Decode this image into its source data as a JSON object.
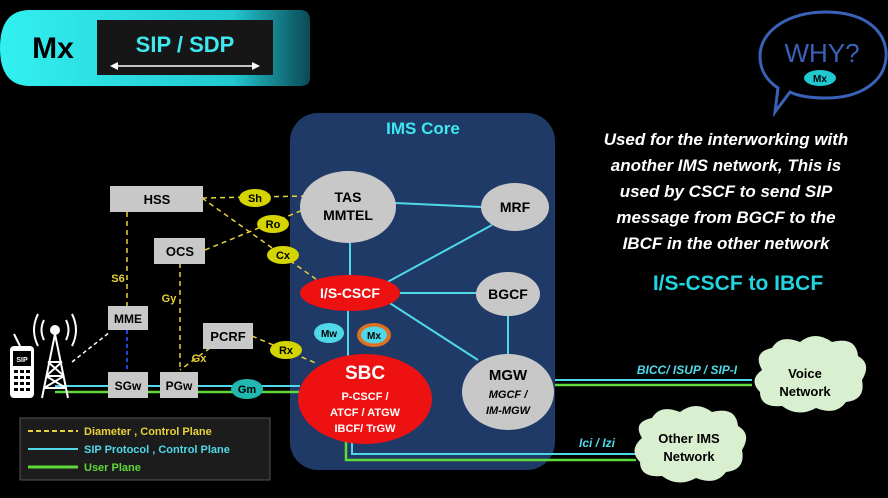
{
  "header": {
    "code": "Mx",
    "protocol": "SIP / SDP"
  },
  "why_bubble": {
    "title": "WHY?",
    "badge": "Mx"
  },
  "ims_core": {
    "title": "IMS Core"
  },
  "nodes": {
    "hss": "HSS",
    "ocs": "OCS",
    "mme": "MME",
    "pcrf": "PCRF",
    "sgw": "SGw",
    "pgw": "PGw",
    "tas_line1": "TAS",
    "tas_line2": "MMTEL",
    "mrf": "MRF",
    "is_cscf": "I/S-CSCF",
    "bgcf": "BGCF",
    "sbc_title": "SBC",
    "sbc_line1": "P-CSCF /",
    "sbc_line2": "ATCF / ATGW",
    "sbc_line3": "IBCF/ TrGW",
    "mgw_title": "MGW",
    "mgw_line1": "MGCF /",
    "mgw_line2": "IM-MGW",
    "voice_line1": "Voice",
    "voice_line2": "Network",
    "other_line1": "Other IMS",
    "other_line2": "Network"
  },
  "interfaces": {
    "sh": "Sh",
    "ro": "Ro",
    "cx": "Cx",
    "rx": "Rx",
    "mw": "Mw",
    "mx": "Mx",
    "gm": "Gm",
    "s6": "S6",
    "gy": "Gy",
    "gx": "Gx",
    "bicc": "BICC/ ISUP / SIP-I",
    "ici": "Ici / Izi"
  },
  "phone_label": "SIP",
  "description": {
    "line1": "Used for the interworking with",
    "line2": "another IMS network, This is",
    "line3": "used by CSCF to send SIP",
    "line4": "message from BGCF to the",
    "line5": "IBCF in the other network",
    "highlight": "I/S-CSCF to IBCF"
  },
  "legend": {
    "diameter": "Diameter , Control Plane",
    "sip": "SIP Protocol , Control Plane",
    "user": "User Plane"
  },
  "colors": {
    "diameter": "#e8d23a",
    "sip": "#4fd8e8",
    "user_plane": "#5fd83a",
    "ims_core": "#1f3a66",
    "red_node": "#ee1111",
    "grey_node": "#c8c8c8",
    "interface_badge": "#d4d400",
    "accent": "#22d4e0"
  }
}
